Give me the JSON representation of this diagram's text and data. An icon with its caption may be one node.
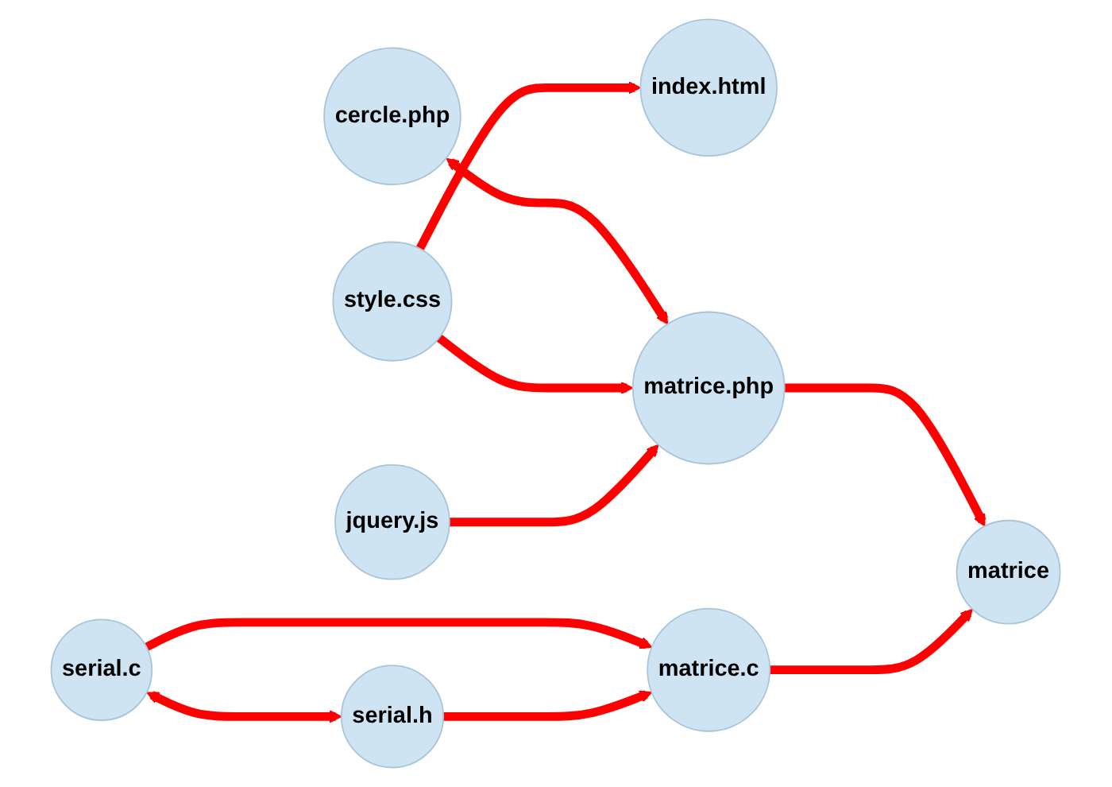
{
  "diagram": {
    "nodes": [
      {
        "text": [
          "cercle.php"
        ]
      },
      {
        "text": [
          "serial.c"
        ]
      },
      {
        "text": [
          "serial.h"
        ]
      },
      {
        "text": [
          "index.html"
        ]
      },
      {
        "text": [
          "matrice.php"
        ]
      },
      {
        "text": [
          "matrice"
        ]
      },
      {
        "text": [
          "matrice.c"
        ]
      },
      {
        "text": [
          "style.css"
        ]
      },
      {
        "text": [
          "jquery.js"
        ]
      }
    ],
    "edges": [
      {
        "from": 0,
        "to": 4,
        "arrow": "both"
      },
      {
        "from": 1,
        "to": 2,
        "arrow": "both"
      },
      {
        "from": 1,
        "to": 6,
        "arrow": "to"
      },
      {
        "from": 2,
        "to": 6,
        "arrow": "to"
      },
      {
        "from": 4,
        "to": 5,
        "arrow": "to"
      },
      {
        "from": 6,
        "to": 5,
        "arrow": "to"
      },
      {
        "from": 7,
        "to": 3,
        "arrow": "to"
      },
      {
        "from": 7,
        "to": 4,
        "arrow": "to"
      },
      {
        "from": 8,
        "to": 4,
        "arrow": "to"
      }
    ]
  }
}
